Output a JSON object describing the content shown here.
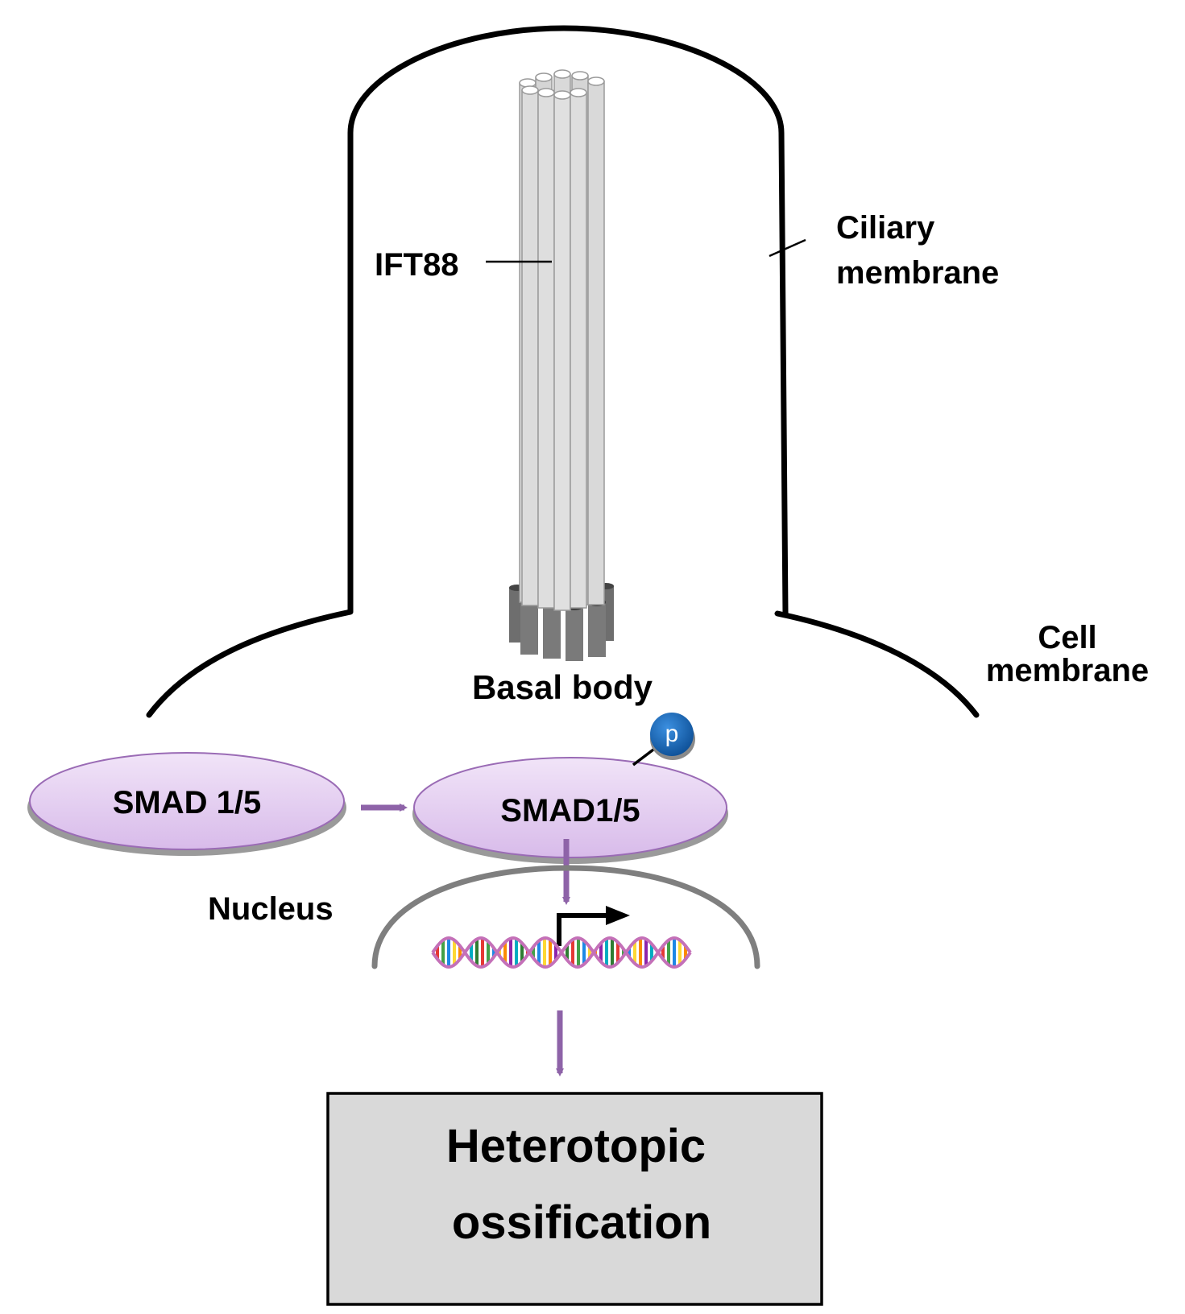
{
  "labels": {
    "ift88": "IFT88",
    "ciliary_line1": "Ciliary",
    "ciliary_line2": "membrane",
    "cell_line1": "Cell",
    "cell_line2": "membrane",
    "basal_body": "Basal body",
    "smad_left": "SMAD 1/5",
    "smad_right": "SMAD1/5",
    "phospho": "p",
    "nucleus": "Nucleus",
    "outcome_line1": "Heterotopic",
    "outcome_line2": "ossification"
  },
  "colors": {
    "membrane": "#000000",
    "axoneme_fill": "#d9d9d9",
    "axoneme_stroke": "#9a9a9a",
    "basal_body": "#7a7a7a",
    "smad_fill": "#e3cdf0",
    "smad_stroke": "#9a6bb5",
    "arrow": "#8e63a8",
    "phospho": "#1565b5",
    "nucleus": "#7f7f7f",
    "dna_backbone": "#c470b8",
    "outcome_box": "#d9d9d9"
  },
  "icons": {
    "phospho": "phosphate-icon",
    "dna": "dna-helix-icon",
    "promoter": "transcription-start-arrow-icon"
  }
}
